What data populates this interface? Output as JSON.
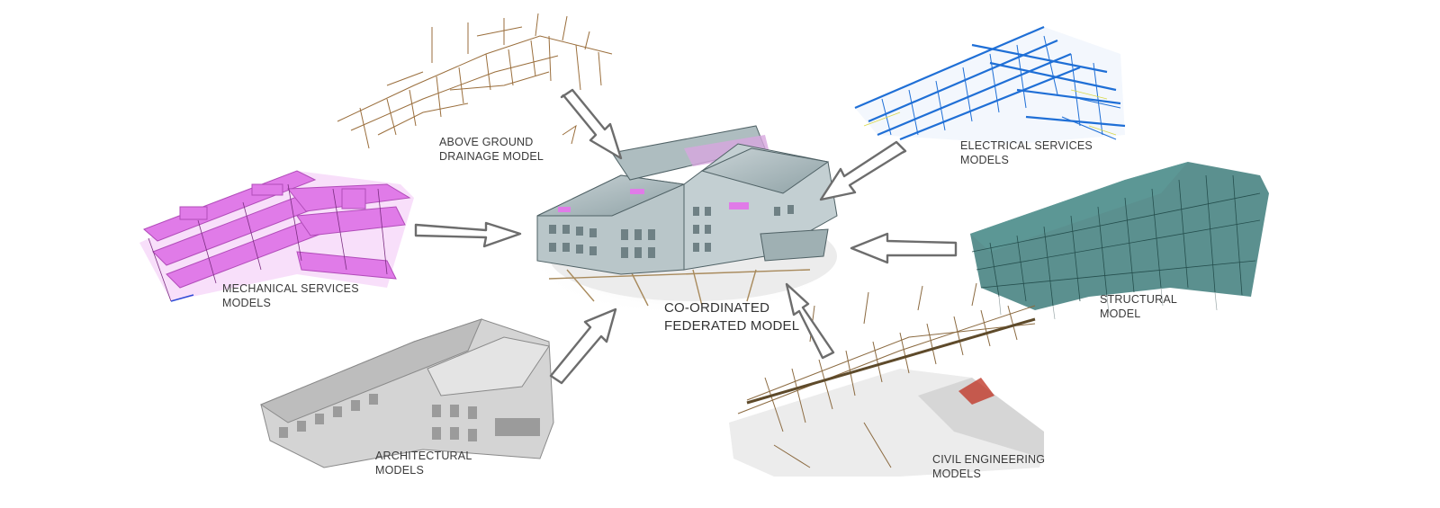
{
  "diagram": {
    "center": {
      "line1": "CO-ORDINATED",
      "line2": "FEDERATED MODEL"
    },
    "models": [
      {
        "id": "drainage",
        "line1": "ABOVE GROUND",
        "line2": "DRAINAGE MODEL",
        "color": "#9a6e3c"
      },
      {
        "id": "electrical",
        "line1": "ELECTRICAL SERVICES",
        "line2": "MODELS",
        "color": "#1f6fd6"
      },
      {
        "id": "mechanical",
        "line1": "MECHANICAL SERVICES",
        "line2": "MODELS",
        "color": "#e07be8"
      },
      {
        "id": "structural",
        "line1": "STRUCTURAL",
        "line2": "MODEL",
        "color": "#3e7d7b"
      },
      {
        "id": "architectural",
        "line1": "ARCHITECTURAL",
        "line2": "MODELS",
        "color": "#a9a9a9"
      },
      {
        "id": "civil",
        "line1": "CIVIL ENGINEERING",
        "line2": "MODELS",
        "color": "#8b6a40"
      }
    ],
    "arrow_color": "#6d6d6d"
  }
}
